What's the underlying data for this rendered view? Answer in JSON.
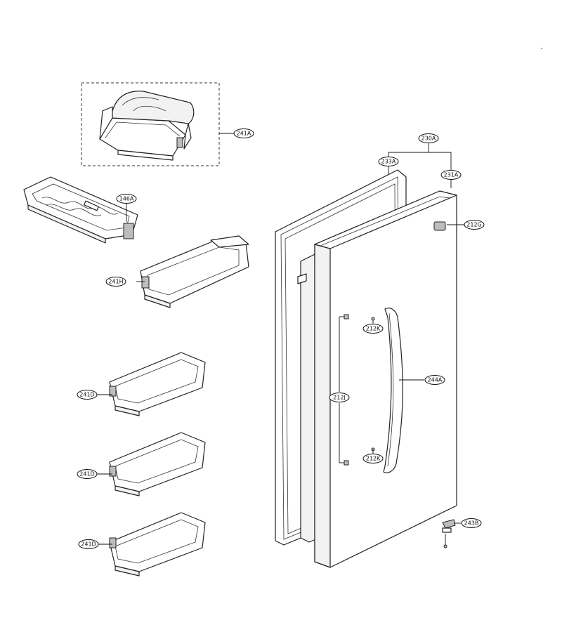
{
  "callouts": {
    "c241A": "241A",
    "c146A": "146A",
    "c241H": "241H",
    "c241D_1": "241D",
    "c241D_2": "241D",
    "c241D_3": "241D",
    "c230A": "230A",
    "c233A": "233A",
    "c231A": "231A",
    "c212G": "212G",
    "c212K_1": "212K",
    "c212K_2": "212K",
    "c244A": "244A",
    "c212J": "212J",
    "c243B": "243B"
  }
}
